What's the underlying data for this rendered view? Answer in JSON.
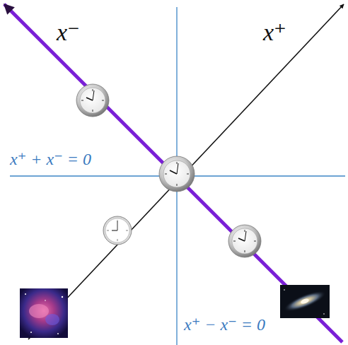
{
  "diagram": {
    "labels": [
      "x⁻",
      "x⁺",
      "x⁺ + x⁻ = 0",
      "x⁺ − x⁻ = 0"
    ]
  }
}
